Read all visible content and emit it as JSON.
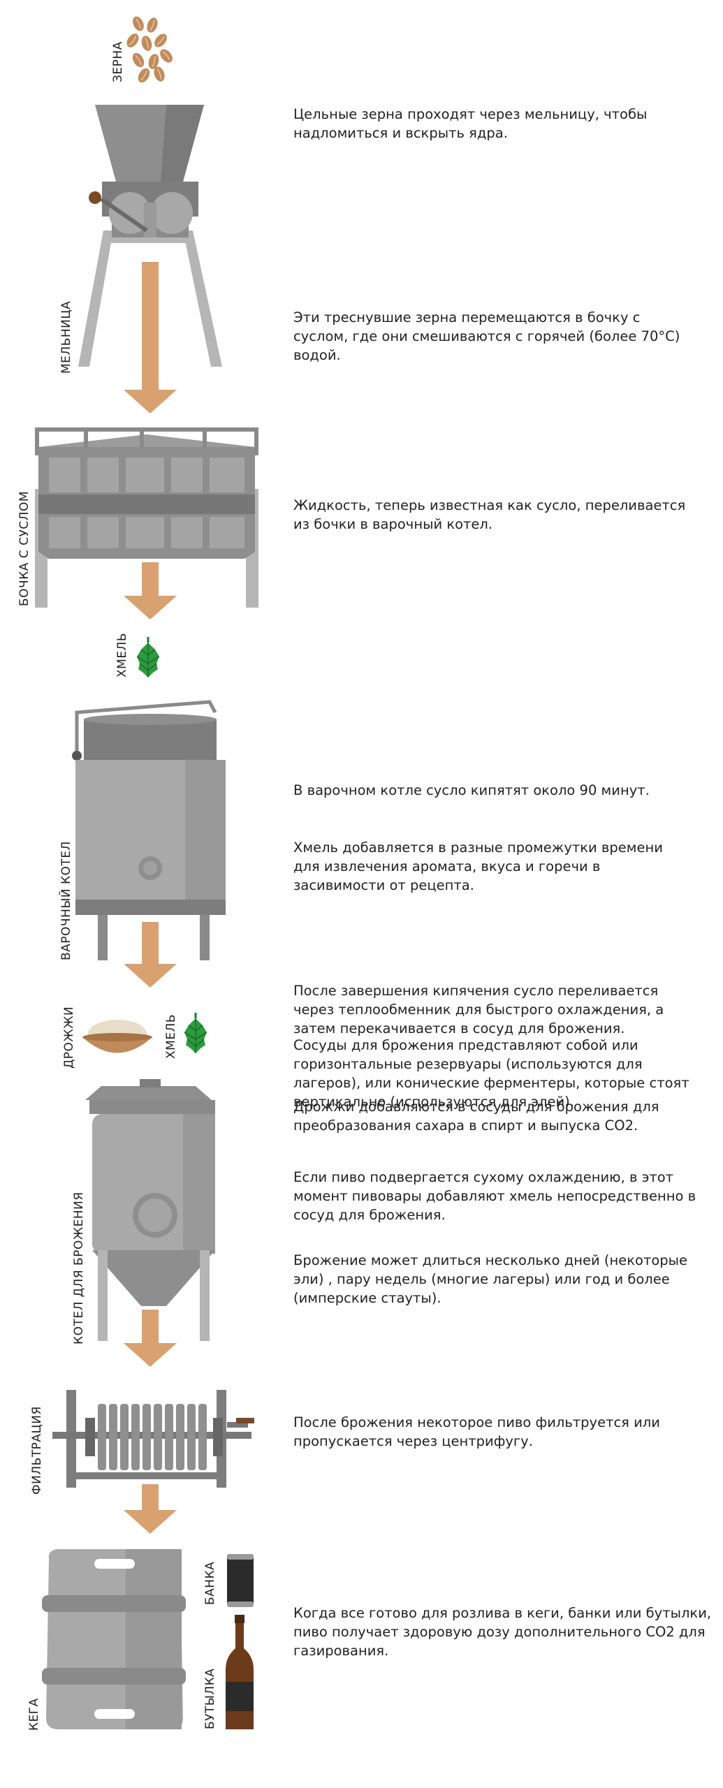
{
  "labels": {
    "grains": "ЗЕРНА",
    "mill": "МЕЛЬНИЦА",
    "mash_tun": "БОЧКА С СУСЛОМ",
    "hops_1": "ХМЕЛЬ",
    "brew_kettle": "ВАРОЧНЫЙ КОТЕЛ",
    "yeast": "ДРОЖЖИ",
    "hops_2": "ХМЕЛЬ",
    "fermenter": "КОТЕЛ ДЛЯ БРОЖЕНИЯ",
    "filtration": "ФИЛЬТРАЦИЯ",
    "can": "БАНКА",
    "keg": "КЕГА",
    "bottle": "БУТЫЛКА"
  },
  "descriptions": [
    "Цельные зерна проходят через мельницу, чтобы надломиться и вскрыть ядра.",
    "Эти треснувшие зерна перемещаются в бочку с суслом, где они смешиваются с горячей (более 70°С) водой.",
    "Жидкость, теперь известная как сусло, переливается из бочки в варочный котел.",
    "В варочном котле сусло кипятят около 90 минут.",
    "Хмель добавляется в разные промежутки времени для извлечения аромата, вкуса и горечи в засивимости от рецепта.",
    "После завершения кипячения сусло переливается через теплообменник для быстрого охлаждения, а затем перекачивается в сосуд для брожения.",
    "Сосуды для брожения представляют собой или горизонтальные резервуары (используются для лагеров), или конические ферментеры, которые стоят вертикально (используются для элей).",
    "Дрожжи добавляются в сосуды для брожения для преобразования сахара в спирт и выпуска CO2.",
    "Если пиво подвергается сухому охлаждению, в этот момент пивовары добавляют хмель непосредственно в сосуд для брожения.",
    "Брожение может длиться несколько дней (некоторые эли) , пару недель (многие лагеры) или год и более (имперские стауты).",
    "После брожения некоторое пиво фильтруется или пропускается через центрифугу.",
    "Когда все готово для розлива в кеги, банки или бутылки, пиво получает здоровую дозу дополнительного CO2 для газирования."
  ],
  "colors": {
    "arrow": "#d9a170",
    "equipment_light": "#a9a9a9",
    "equipment_mid": "#8f8f8f",
    "equipment_dark": "#707070",
    "grain": "#c18a5b",
    "hop": "#2e9a3e",
    "bottle": "#6b3b1b"
  }
}
